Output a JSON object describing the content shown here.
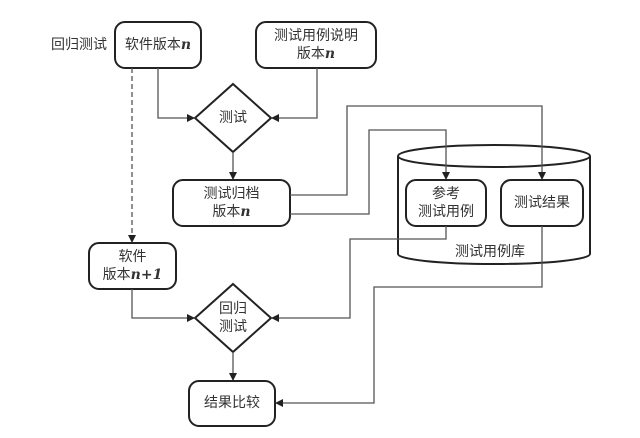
{
  "diagram": {
    "title_label": "回归测试",
    "nodes": {
      "software_v_n": {
        "text": "软件版本",
        "var": "n"
      },
      "test_case_spec": {
        "line1": "测试用例说明",
        "line2": "版本",
        "var": "n"
      },
      "test_decision": {
        "text": "测试"
      },
      "test_archive": {
        "line1": "测试归档",
        "line2": "版本",
        "var": "n"
      },
      "reference_cases": {
        "line1": "参考",
        "line2": "测试用例"
      },
      "test_results": {
        "text": "测试结果"
      },
      "test_case_library": {
        "text": "测试用例库"
      },
      "software_v_n1": {
        "line1": "软件",
        "line2": "版本",
        "var": "n+1"
      },
      "regression_decision": {
        "line1": "回归",
        "line2": "测试"
      },
      "result_compare": {
        "text": "结果比较"
      }
    },
    "colors": {
      "stroke": "#222222",
      "connector": "#555555",
      "text": "#333333"
    }
  }
}
